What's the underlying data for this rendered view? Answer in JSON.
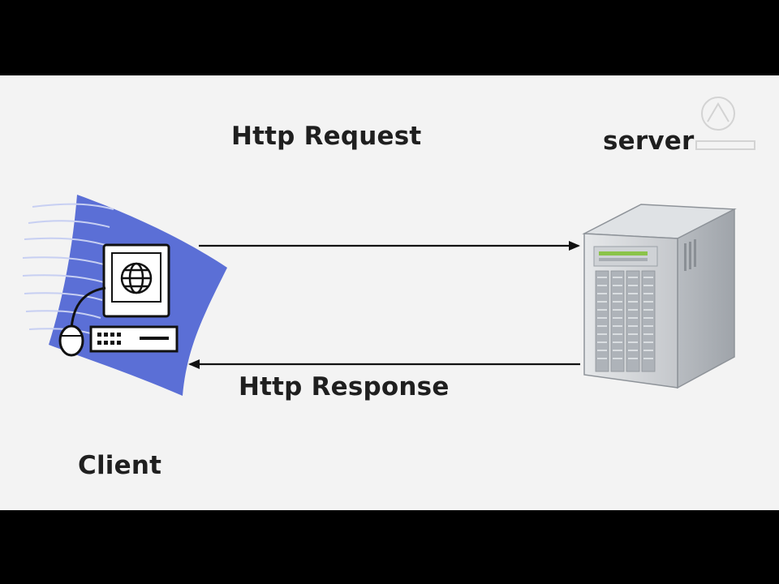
{
  "diagram": {
    "request_label": "Http Request",
    "response_label": "Http Response",
    "server_label": "server",
    "client_label": "Client"
  },
  "icons": {
    "client": "client-computer-icon",
    "server": "server-tower-icon",
    "globe": "globe-icon",
    "watermark": "watermark-logo-icon"
  },
  "colors": {
    "background": "#f3f3f3",
    "frame": "#000000",
    "arrow": "#111111",
    "client_swoosh": "#5b6fd6",
    "server_body": "#c9ccd0"
  }
}
